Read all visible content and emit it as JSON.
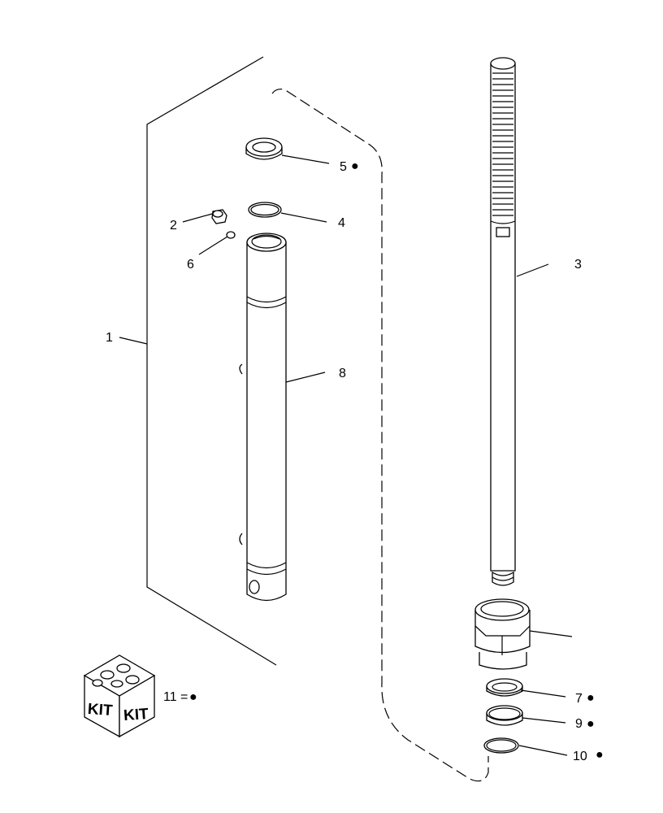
{
  "callouts": {
    "c1": "1",
    "c2": "2",
    "c3": "3",
    "c4": "4",
    "c5": "5",
    "c6": "6",
    "c7": "7",
    "c8": "8",
    "c9": "9",
    "c10": "10",
    "c11": "11 ="
  },
  "kit_box": {
    "left": "KIT",
    "right": "KIT"
  },
  "marker": "●"
}
